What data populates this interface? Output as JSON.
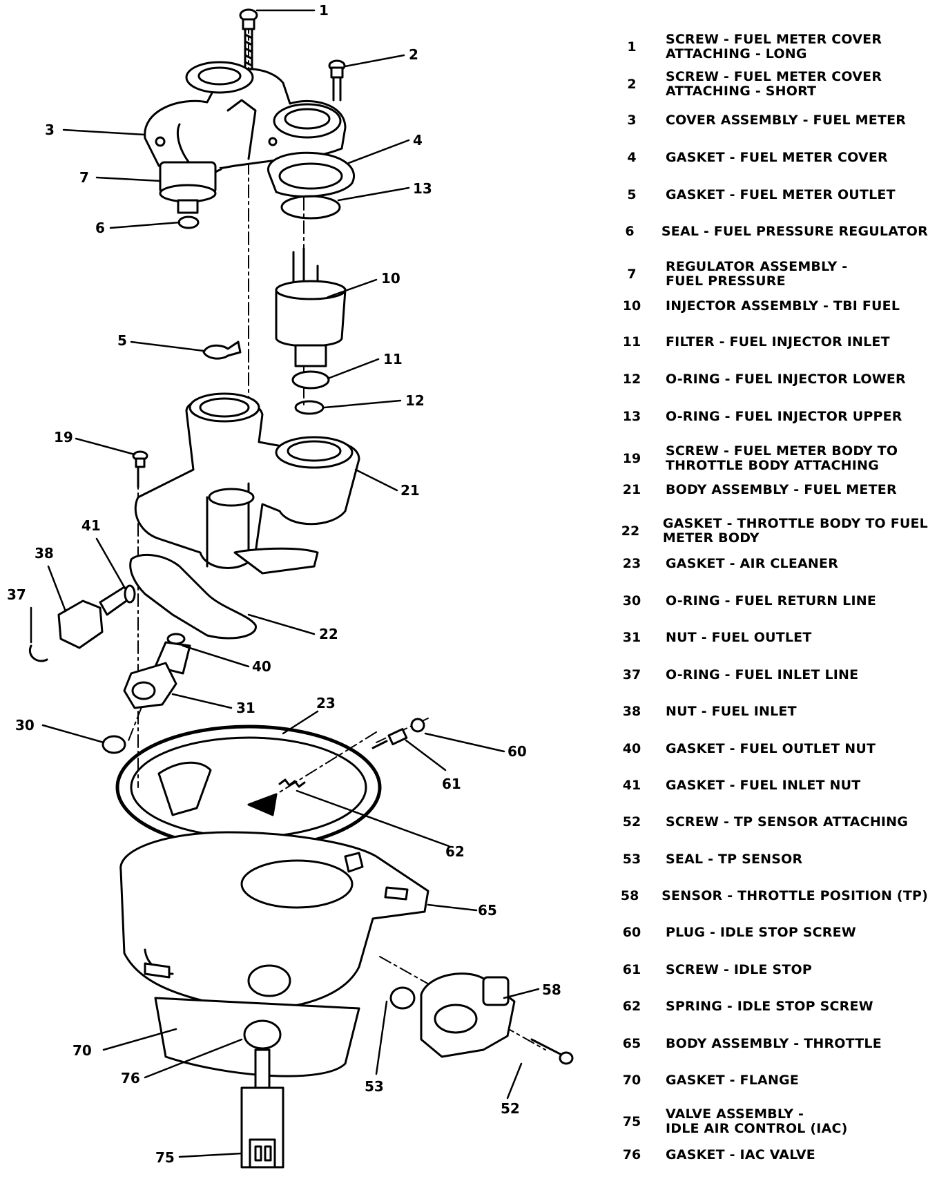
{
  "legend": [
    {
      "num": "1",
      "lines": [
        "SCREW - FUEL METER COVER",
        "ATTACHING - LONG"
      ]
    },
    {
      "num": "2",
      "lines": [
        "SCREW - FUEL METER COVER",
        "ATTACHING - SHORT"
      ]
    },
    {
      "num": "3",
      "lines": [
        "COVER ASSEMBLY - FUEL METER"
      ]
    },
    {
      "num": "4",
      "lines": [
        "GASKET - FUEL METER COVER"
      ]
    },
    {
      "num": "5",
      "lines": [
        "GASKET - FUEL METER OUTLET"
      ]
    },
    {
      "num": "6",
      "lines": [
        "SEAL - FUEL PRESSURE REGULATOR"
      ]
    },
    {
      "num": "7",
      "lines": [
        "REGULATOR ASSEMBLY -",
        "FUEL PRESSURE"
      ]
    },
    {
      "num": "10",
      "lines": [
        "INJECTOR ASSEMBLY - TBI FUEL"
      ]
    },
    {
      "num": "11",
      "lines": [
        "FILTER - FUEL INJECTOR INLET"
      ]
    },
    {
      "num": "12",
      "lines": [
        "O-RING - FUEL INJECTOR LOWER"
      ]
    },
    {
      "num": "13",
      "lines": [
        "O-RING - FUEL INJECTOR UPPER"
      ]
    },
    {
      "num": "19",
      "lines": [
        "SCREW - FUEL METER BODY TO",
        "THROTTLE BODY ATTACHING"
      ]
    },
    {
      "num": "21",
      "lines": [
        "BODY ASSEMBLY - FUEL METER"
      ]
    },
    {
      "num": "22",
      "lines": [
        "GASKET - THROTTLE BODY TO FUEL",
        "METER BODY"
      ]
    },
    {
      "num": "23",
      "lines": [
        "GASKET - AIR CLEANER"
      ]
    },
    {
      "num": "30",
      "lines": [
        "O-RING - FUEL RETURN LINE"
      ]
    },
    {
      "num": "31",
      "lines": [
        "NUT - FUEL OUTLET"
      ]
    },
    {
      "num": "37",
      "lines": [
        "O-RING - FUEL INLET LINE"
      ]
    },
    {
      "num": "38",
      "lines": [
        "NUT - FUEL INLET"
      ]
    },
    {
      "num": "40",
      "lines": [
        "GASKET - FUEL OUTLET NUT"
      ]
    },
    {
      "num": "41",
      "lines": [
        "GASKET - FUEL INLET NUT"
      ]
    },
    {
      "num": "52",
      "lines": [
        "SCREW - TP SENSOR ATTACHING"
      ]
    },
    {
      "num": "53",
      "lines": [
        "SEAL - TP SENSOR"
      ]
    },
    {
      "num": "58",
      "lines": [
        "SENSOR - THROTTLE POSITION (TP)"
      ]
    },
    {
      "num": "60",
      "lines": [
        "PLUG - IDLE STOP SCREW"
      ]
    },
    {
      "num": "61",
      "lines": [
        "SCREW - IDLE STOP"
      ]
    },
    {
      "num": "62",
      "lines": [
        "SPRING - IDLE STOP SCREW"
      ]
    },
    {
      "num": "65",
      "lines": [
        "BODY ASSEMBLY - THROTTLE"
      ]
    },
    {
      "num": "70",
      "lines": [
        "GASKET - FLANGE"
      ]
    },
    {
      "num": "75",
      "lines": [
        "VALVE ASSEMBLY -",
        "IDLE AIR CONTROL (IAC)"
      ]
    },
    {
      "num": "76",
      "lines": [
        "GASKET - IAC VALVE"
      ]
    }
  ],
  "callouts": {
    "c1": "1",
    "c2": "2",
    "c3": "3",
    "c4": "4",
    "c5": "5",
    "c6": "6",
    "c7": "7",
    "c10": "10",
    "c11": "11",
    "c12": "12",
    "c13": "13",
    "c19": "19",
    "c21": "21",
    "c22": "22",
    "c23": "23",
    "c30": "30",
    "c31": "31",
    "c37": "37",
    "c38": "38",
    "c40": "40",
    "c41": "41",
    "c52": "52",
    "c53": "53",
    "c58": "58",
    "c60": "60",
    "c61": "61",
    "c62": "62",
    "c65": "65",
    "c70": "70",
    "c75": "75",
    "c76": "76"
  }
}
